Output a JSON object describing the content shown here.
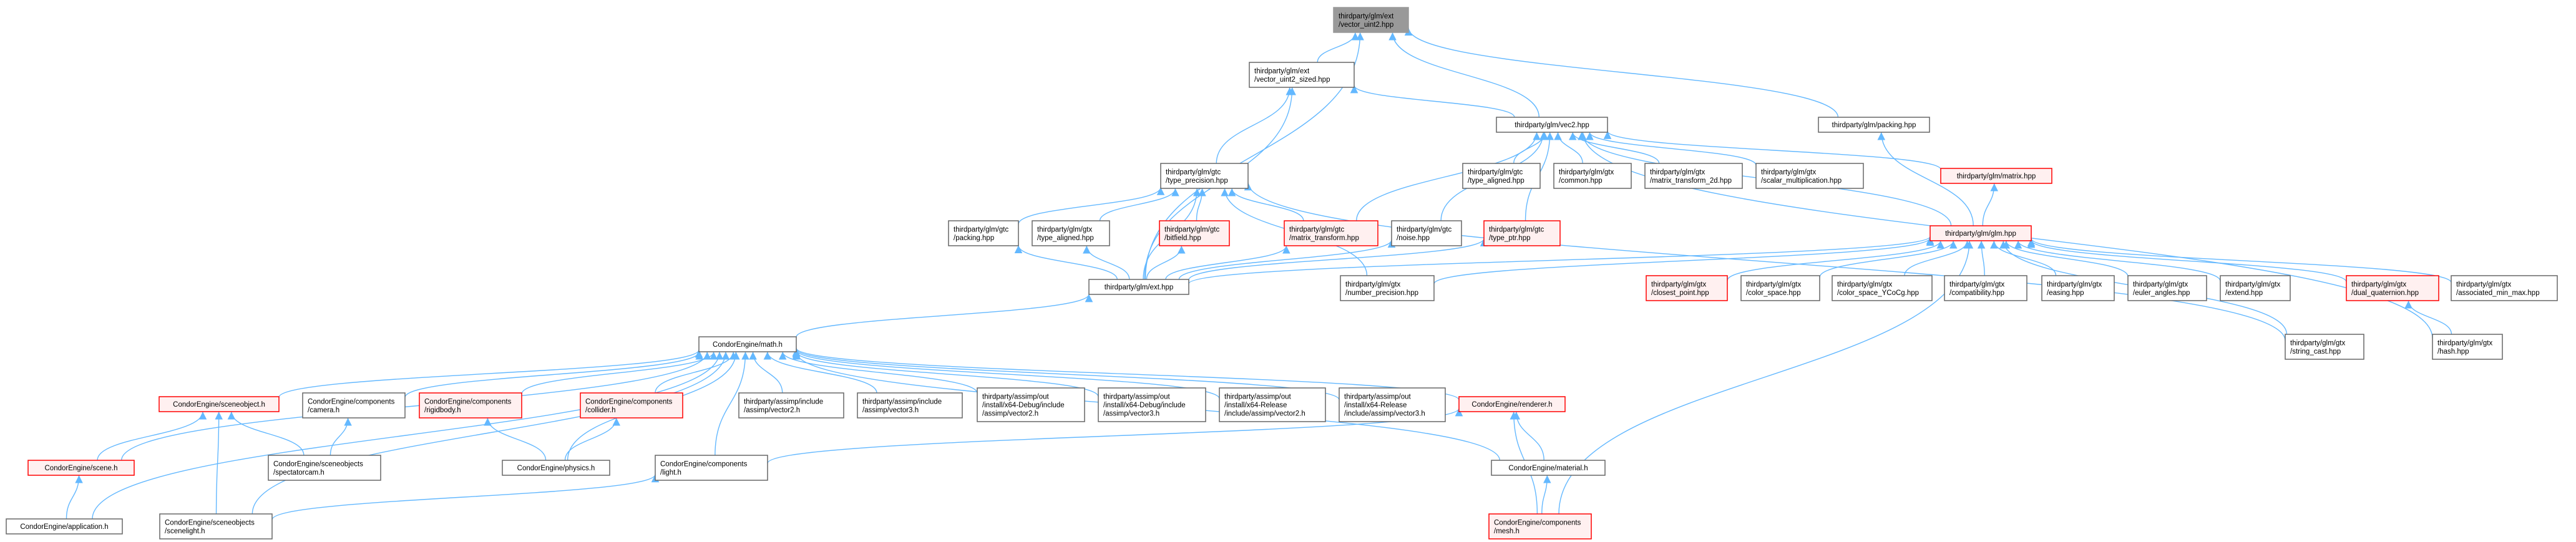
{
  "colors": {
    "edge": "#63b8ff",
    "node_border_normal": "#666666",
    "node_fill_normal": "#ffffff",
    "node_border_red": "#ff0000",
    "node_fill_red": "#fff0f0",
    "node_border_focus": "#999999",
    "node_fill_focus": "#999999",
    "text": "#000000"
  },
  "nodes": [
    {
      "id": "vec_uint2",
      "lines": [
        "thirdparty/glm/ext",
        "/vector_uint2.hpp"
      ],
      "style": "focus"
    },
    {
      "id": "vec_uint2_sized",
      "lines": [
        "thirdparty/glm/ext",
        "/vector_uint2_sized.hpp"
      ],
      "style": "normal"
    },
    {
      "id": "vec2",
      "lines": [
        "thirdparty/glm/vec2.hpp"
      ],
      "style": "normal"
    },
    {
      "id": "packing_root",
      "lines": [
        "thirdparty/glm/packing.hpp"
      ],
      "style": "normal"
    },
    {
      "id": "type_precision",
      "lines": [
        "thirdparty/glm/gtc",
        "/type_precision.hpp"
      ],
      "style": "normal"
    },
    {
      "id": "gtc_type_aligned",
      "lines": [
        "thirdparty/glm/gtc",
        "/type_aligned.hpp"
      ],
      "style": "normal"
    },
    {
      "id": "gtx_common",
      "lines": [
        "thirdparty/glm/gtx",
        "/common.hpp"
      ],
      "style": "normal"
    },
    {
      "id": "gtx_matrix_transform_2d",
      "lines": [
        "thirdparty/glm/gtx",
        "/matrix_transform_2d.hpp"
      ],
      "style": "normal"
    },
    {
      "id": "gtx_scalar_multiplication",
      "lines": [
        "thirdparty/glm/gtx",
        "/scalar_multiplication.hpp"
      ],
      "style": "normal"
    },
    {
      "id": "matrix",
      "lines": [
        "thirdparty/glm/matrix.hpp"
      ],
      "style": "red"
    },
    {
      "id": "gtc_packing",
      "lines": [
        "thirdparty/glm/gtc",
        "/packing.hpp"
      ],
      "style": "normal"
    },
    {
      "id": "gtx_type_aligned",
      "lines": [
        "thirdparty/glm/gtx",
        "/type_aligned.hpp"
      ],
      "style": "normal"
    },
    {
      "id": "bitfield",
      "lines": [
        "thirdparty/glm/gtc",
        "/bitfield.hpp"
      ],
      "style": "red"
    },
    {
      "id": "gtc_matrix_transform",
      "lines": [
        "thirdparty/glm/gtc",
        "/matrix_transform.hpp"
      ],
      "style": "red"
    },
    {
      "id": "noise",
      "lines": [
        "thirdparty/glm/gtc",
        "/noise.hpp"
      ],
      "style": "normal"
    },
    {
      "id": "type_ptr",
      "lines": [
        "thirdparty/glm/gtc",
        "/type_ptr.hpp"
      ],
      "style": "red"
    },
    {
      "id": "glm",
      "lines": [
        "thirdparty/glm/glm.hpp"
      ],
      "style": "red"
    },
    {
      "id": "ext",
      "lines": [
        "thirdparty/glm/ext.hpp"
      ],
      "style": "normal"
    },
    {
      "id": "number_precision",
      "lines": [
        "thirdparty/glm/gtx",
        "/number_precision.hpp"
      ],
      "style": "normal"
    },
    {
      "id": "closest_point",
      "lines": [
        "thirdparty/glm/gtx",
        "/closest_point.hpp"
      ],
      "style": "red"
    },
    {
      "id": "color_space",
      "lines": [
        "thirdparty/glm/gtx",
        "/color_space.hpp"
      ],
      "style": "normal"
    },
    {
      "id": "color_space_ycocg",
      "lines": [
        "thirdparty/glm/gtx",
        "/color_space_YCoCg.hpp"
      ],
      "style": "normal"
    },
    {
      "id": "compatibility",
      "lines": [
        "thirdparty/glm/gtx",
        "/compatibility.hpp"
      ],
      "style": "normal"
    },
    {
      "id": "easing",
      "lines": [
        "thirdparty/glm/gtx",
        "/easing.hpp"
      ],
      "style": "normal"
    },
    {
      "id": "euler_angles",
      "lines": [
        "thirdparty/glm/gtx",
        "/euler_angles.hpp"
      ],
      "style": "normal"
    },
    {
      "id": "extend",
      "lines": [
        "thirdparty/glm/gtx",
        "/extend.hpp"
      ],
      "style": "normal"
    },
    {
      "id": "dual_quaternion",
      "lines": [
        "thirdparty/glm/gtx",
        "/dual_quaternion.hpp"
      ],
      "style": "red"
    },
    {
      "id": "associated_min_max",
      "lines": [
        "thirdparty/glm/gtx",
        "/associated_min_max.hpp"
      ],
      "style": "normal"
    },
    {
      "id": "math",
      "lines": [
        "CondorEngine/math.h"
      ],
      "style": "normal"
    },
    {
      "id": "string_cast",
      "lines": [
        "thirdparty/glm/gtx",
        "/string_cast.hpp"
      ],
      "style": "normal"
    },
    {
      "id": "hash",
      "lines": [
        "thirdparty/glm/gtx",
        "/hash.hpp"
      ],
      "style": "normal"
    },
    {
      "id": "sceneobject",
      "lines": [
        "CondorEngine/sceneobject.h"
      ],
      "style": "red"
    },
    {
      "id": "camera",
      "lines": [
        "CondorEngine/components",
        "/camera.h"
      ],
      "style": "normal"
    },
    {
      "id": "rigidbody",
      "lines": [
        "CondorEngine/components",
        "/rigidbody.h"
      ],
      "style": "red"
    },
    {
      "id": "collider",
      "lines": [
        "CondorEngine/components",
        "/collider.h"
      ],
      "style": "red"
    },
    {
      "id": "assimp_vector2",
      "lines": [
        "thirdparty/assimp/include",
        "/assimp/vector2.h"
      ],
      "style": "normal"
    },
    {
      "id": "assimp_vector3",
      "lines": [
        "thirdparty/assimp/include",
        "/assimp/vector3.h"
      ],
      "style": "normal"
    },
    {
      "id": "assimp_dbg_vector2",
      "lines": [
        "thirdparty/assimp/out",
        "/install/x64-Debug/include",
        "/assimp/vector2.h"
      ],
      "style": "normal"
    },
    {
      "id": "assimp_dbg_vector3",
      "lines": [
        "thirdparty/assimp/out",
        "/install/x64-Debug/include",
        "/assimp/vector3.h"
      ],
      "style": "normal"
    },
    {
      "id": "assimp_rel_vector2",
      "lines": [
        "thirdparty/assimp/out",
        "/install/x64-Release",
        "/include/assimp/vector2.h"
      ],
      "style": "normal"
    },
    {
      "id": "assimp_rel_vector3",
      "lines": [
        "thirdparty/assimp/out",
        "/install/x64-Release",
        "/include/assimp/vector3.h"
      ],
      "style": "normal"
    },
    {
      "id": "renderer",
      "lines": [
        "CondorEngine/renderer.h"
      ],
      "style": "red"
    },
    {
      "id": "scene",
      "lines": [
        "CondorEngine/scene.h"
      ],
      "style": "red"
    },
    {
      "id": "spectatorcam",
      "lines": [
        "CondorEngine/sceneobjects",
        "/spectatorcam.h"
      ],
      "style": "normal"
    },
    {
      "id": "physics",
      "lines": [
        "CondorEngine/physics.h"
      ],
      "style": "normal"
    },
    {
      "id": "light",
      "lines": [
        "CondorEngine/components",
        "/light.h"
      ],
      "style": "normal"
    },
    {
      "id": "material",
      "lines": [
        "CondorEngine/material.h"
      ],
      "style": "normal"
    },
    {
      "id": "application",
      "lines": [
        "CondorEngine/application.h"
      ],
      "style": "normal"
    },
    {
      "id": "scenelight",
      "lines": [
        "CondorEngine/sceneobjects",
        "/scenelight.h"
      ],
      "style": "normal"
    },
    {
      "id": "mesh",
      "lines": [
        "CondorEngine/components",
        "/mesh.h"
      ],
      "style": "red"
    }
  ],
  "edges": [
    [
      "vec_uint2_sized",
      "vec_uint2"
    ],
    [
      "vec2",
      "vec_uint2"
    ],
    [
      "packing_root",
      "vec_uint2"
    ],
    [
      "ext",
      "vec_uint2"
    ],
    [
      "type_precision",
      "vec_uint2_sized"
    ],
    [
      "vec2",
      "vec_uint2_sized"
    ],
    [
      "ext",
      "vec_uint2_sized"
    ],
    [
      "gtc_type_aligned",
      "vec2"
    ],
    [
      "gtx_common",
      "vec2"
    ],
    [
      "gtx_matrix_transform_2d",
      "vec2"
    ],
    [
      "gtx_scalar_multiplication",
      "vec2"
    ],
    [
      "matrix",
      "vec2"
    ],
    [
      "glm",
      "vec2"
    ],
    [
      "gtc_matrix_transform",
      "vec2"
    ],
    [
      "noise",
      "vec2"
    ],
    [
      "type_ptr",
      "vec2"
    ],
    [
      "hash",
      "vec2"
    ],
    [
      "glm",
      "packing_root"
    ],
    [
      "gtc_packing",
      "type_precision"
    ],
    [
      "gtx_type_aligned",
      "type_precision"
    ],
    [
      "bitfield",
      "type_precision"
    ],
    [
      "ext",
      "type_precision"
    ],
    [
      "number_precision",
      "type_precision"
    ],
    [
      "gtc_matrix_transform",
      "type_precision"
    ],
    [
      "string_cast",
      "type_precision"
    ],
    [
      "glm",
      "matrix"
    ],
    [
      "ext",
      "gtc_packing"
    ],
    [
      "ext",
      "gtx_type_aligned"
    ],
    [
      "ext",
      "bitfield"
    ],
    [
      "ext",
      "gtc_matrix_transform"
    ],
    [
      "ext",
      "noise"
    ],
    [
      "ext",
      "type_ptr"
    ],
    [
      "ext",
      "glm"
    ],
    [
      "number_precision",
      "glm"
    ],
    [
      "closest_point",
      "glm"
    ],
    [
      "color_space",
      "glm"
    ],
    [
      "color_space_ycocg",
      "glm"
    ],
    [
      "compatibility",
      "glm"
    ],
    [
      "easing",
      "glm"
    ],
    [
      "euler_angles",
      "glm"
    ],
    [
      "extend",
      "glm"
    ],
    [
      "dual_quaternion",
      "glm"
    ],
    [
      "associated_min_max",
      "glm"
    ],
    [
      "string_cast",
      "glm"
    ],
    [
      "mesh",
      "glm"
    ],
    [
      "math",
      "ext"
    ],
    [
      "hash",
      "dual_quaternion"
    ],
    [
      "sceneobject",
      "math"
    ],
    [
      "camera",
      "math"
    ],
    [
      "rigidbody",
      "math"
    ],
    [
      "collider",
      "math"
    ],
    [
      "assimp_vector2",
      "math"
    ],
    [
      "assimp_vector3",
      "math"
    ],
    [
      "assimp_dbg_vector2",
      "math"
    ],
    [
      "assimp_dbg_vector3",
      "math"
    ],
    [
      "assimp_rel_vector2",
      "math"
    ],
    [
      "assimp_rel_vector3",
      "math"
    ],
    [
      "renderer",
      "math"
    ],
    [
      "scene",
      "math"
    ],
    [
      "physics",
      "math"
    ],
    [
      "light",
      "math"
    ],
    [
      "material",
      "math"
    ],
    [
      "application",
      "math"
    ],
    [
      "scenelight",
      "math"
    ],
    [
      "scene",
      "sceneobject"
    ],
    [
      "spectatorcam",
      "sceneobject"
    ],
    [
      "scenelight",
      "sceneobject"
    ],
    [
      "spectatorcam",
      "camera"
    ],
    [
      "physics",
      "rigidbody"
    ],
    [
      "physics",
      "collider"
    ],
    [
      "light",
      "renderer"
    ],
    [
      "material",
      "renderer"
    ],
    [
      "mesh",
      "renderer"
    ],
    [
      "mesh",
      "material"
    ],
    [
      "application",
      "scene"
    ],
    [
      "scenelight",
      "light"
    ]
  ]
}
